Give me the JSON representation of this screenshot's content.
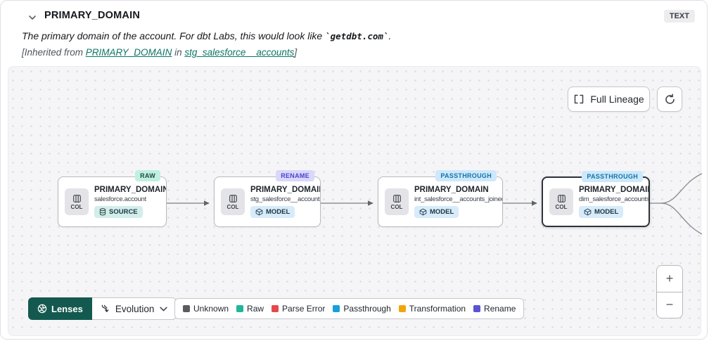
{
  "header": {
    "title": "PRIMARY_DOMAIN",
    "type_badge": "TEXT",
    "description": {
      "prefix": "The primary domain of the account. For dbt Labs, this would look like ",
      "code": "`getdbt.com`",
      "suffix": "."
    },
    "inherited": {
      "prefix": "[Inherited from ",
      "column_link": "PRIMARY_DOMAIN",
      "middle": " in ",
      "model_link": "stg_salesforce__accounts",
      "suffix": "]"
    }
  },
  "canvas": {
    "controls": {
      "full_lineage_label": "Full Lineage",
      "zoom_in": "+",
      "zoom_out": "−"
    },
    "nodes": [
      {
        "title": "PRIMARY_DOMAIN__C",
        "subtitle": "salesforce.account",
        "resource_badge": "SOURCE",
        "tag": "RAW",
        "col_label": "COL"
      },
      {
        "title": "PRIMARY_DOMAIN",
        "subtitle": "stg_salesforce__accounts",
        "resource_badge": "MODEL",
        "tag": "RENAME",
        "col_label": "COL"
      },
      {
        "title": "PRIMARY_DOMAIN",
        "subtitle": "int_salesforce__accounts_joined",
        "resource_badge": "MODEL",
        "tag": "PASSTHROUGH",
        "col_label": "COL"
      },
      {
        "title": "PRIMARY_DOMAIN",
        "subtitle": "dim_salesforce_accounts",
        "resource_badge": "MODEL",
        "tag": "PASSTHROUGH",
        "col_label": "COL",
        "selected": true
      }
    ]
  },
  "toolbar": {
    "lenses_label": "Lenses",
    "lens_dropdown_value": "Evolution"
  },
  "legend": {
    "items": [
      {
        "label": "Unknown",
        "color": "#5b5b60"
      },
      {
        "label": "Raw",
        "color": "#21b59b"
      },
      {
        "label": "Parse Error",
        "color": "#e5484d"
      },
      {
        "label": "Passthrough",
        "color": "#18a0db"
      },
      {
        "label": "Transformation",
        "color": "#f1a50c"
      },
      {
        "label": "Rename",
        "color": "#5a54d2"
      }
    ]
  },
  "colors": {
    "link_teal": "#0d7467",
    "lenses_button_bg": "#14594f",
    "tag_raw_bg": "#bff0e0",
    "tag_raw_text": "#1d4a42",
    "tag_rename_bg": "#dad7fa",
    "tag_rename_text": "#4a43cf",
    "tag_passthrough_bg": "#cde8fb",
    "tag_passthrough_text": "#1273a9",
    "source_badge_bg": "#d2eeea",
    "model_badge_bg": "#d7ebfa",
    "canvas_bg": "#f5f5f7",
    "edge_stroke": "#8f9097"
  }
}
